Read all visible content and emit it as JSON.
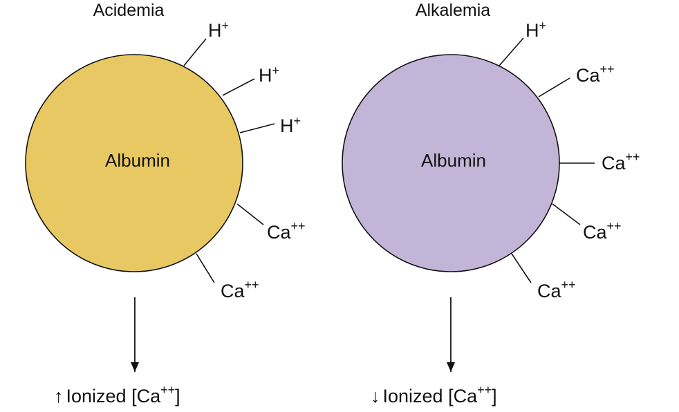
{
  "colors": {
    "albumin_acidemia": "#e8c862",
    "albumin_alkalemia": "#c3b5d7",
    "stroke": "#111111"
  },
  "left_panel": {
    "title": "Acidemia",
    "circle_label": "Albumin",
    "bound_ions": [
      {
        "base": "H",
        "charge": "+"
      },
      {
        "base": "H",
        "charge": "+"
      },
      {
        "base": "H",
        "charge": "+"
      },
      {
        "base": "Ca",
        "charge": "++"
      },
      {
        "base": "Ca",
        "charge": "++"
      }
    ],
    "result": {
      "direction_icon": "up-arrow",
      "direction_glyph": "↑",
      "label_prefix": "Ionized [Ca",
      "charge": "++",
      "label_suffix": "]"
    }
  },
  "right_panel": {
    "title": "Alkalemia",
    "circle_label": "Albumin",
    "bound_ions": [
      {
        "base": "H",
        "charge": "+"
      },
      {
        "base": "Ca",
        "charge": "++"
      },
      {
        "base": "Ca",
        "charge": "++"
      },
      {
        "base": "Ca",
        "charge": "++"
      },
      {
        "base": "Ca",
        "charge": "++"
      }
    ],
    "result": {
      "direction_icon": "down-arrow",
      "direction_glyph": "↓",
      "label_prefix": "Ionized [Ca",
      "charge": "++",
      "label_suffix": "]"
    }
  }
}
